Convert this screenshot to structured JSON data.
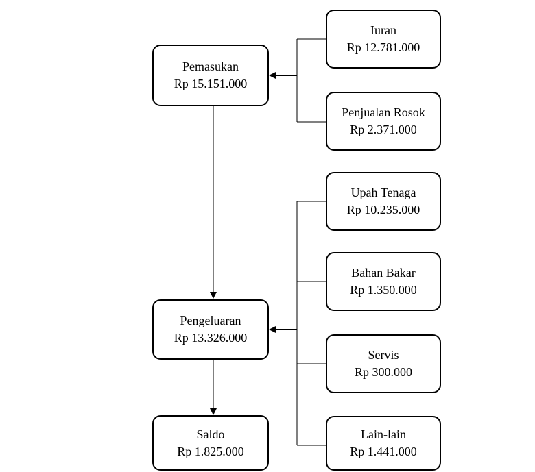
{
  "diagram": {
    "nodes": {
      "pemasukan": {
        "name": "Pemasukan",
        "amount": "Rp 15.151.000"
      },
      "iuran": {
        "name": "Iuran",
        "amount": "Rp 12.781.000"
      },
      "penjualan_rosok": {
        "name": "Penjualan Rosok",
        "amount": "Rp 2.371.000"
      },
      "pengeluaran": {
        "name": "Pengeluaran",
        "amount": "Rp 13.326.000"
      },
      "upah_tenaga": {
        "name": "Upah Tenaga",
        "amount": "Rp 10.235.000"
      },
      "bahan_bakar": {
        "name": "Bahan Bakar",
        "amount": "Rp 1.350.000"
      },
      "servis": {
        "name": "Servis",
        "amount": "Rp 300.000"
      },
      "lain_lain": {
        "name": "Lain-lain",
        "amount": "Rp 1.441.000"
      },
      "saldo": {
        "name": "Saldo",
        "amount": "Rp 1.825.000"
      }
    },
    "edges": [
      {
        "from": "iuran",
        "to": "pemasukan"
      },
      {
        "from": "penjualan_rosok",
        "to": "pemasukan"
      },
      {
        "from": "pemasukan",
        "to": "pengeluaran"
      },
      {
        "from": "upah_tenaga",
        "to": "pengeluaran"
      },
      {
        "from": "bahan_bakar",
        "to": "pengeluaran"
      },
      {
        "from": "servis",
        "to": "pengeluaran"
      },
      {
        "from": "lain_lain",
        "to": "pengeluaran"
      },
      {
        "from": "pengeluaran",
        "to": "saldo"
      }
    ],
    "colors": {
      "stroke": "#000000",
      "fill": "#ffffff",
      "connector": "#000000"
    }
  }
}
